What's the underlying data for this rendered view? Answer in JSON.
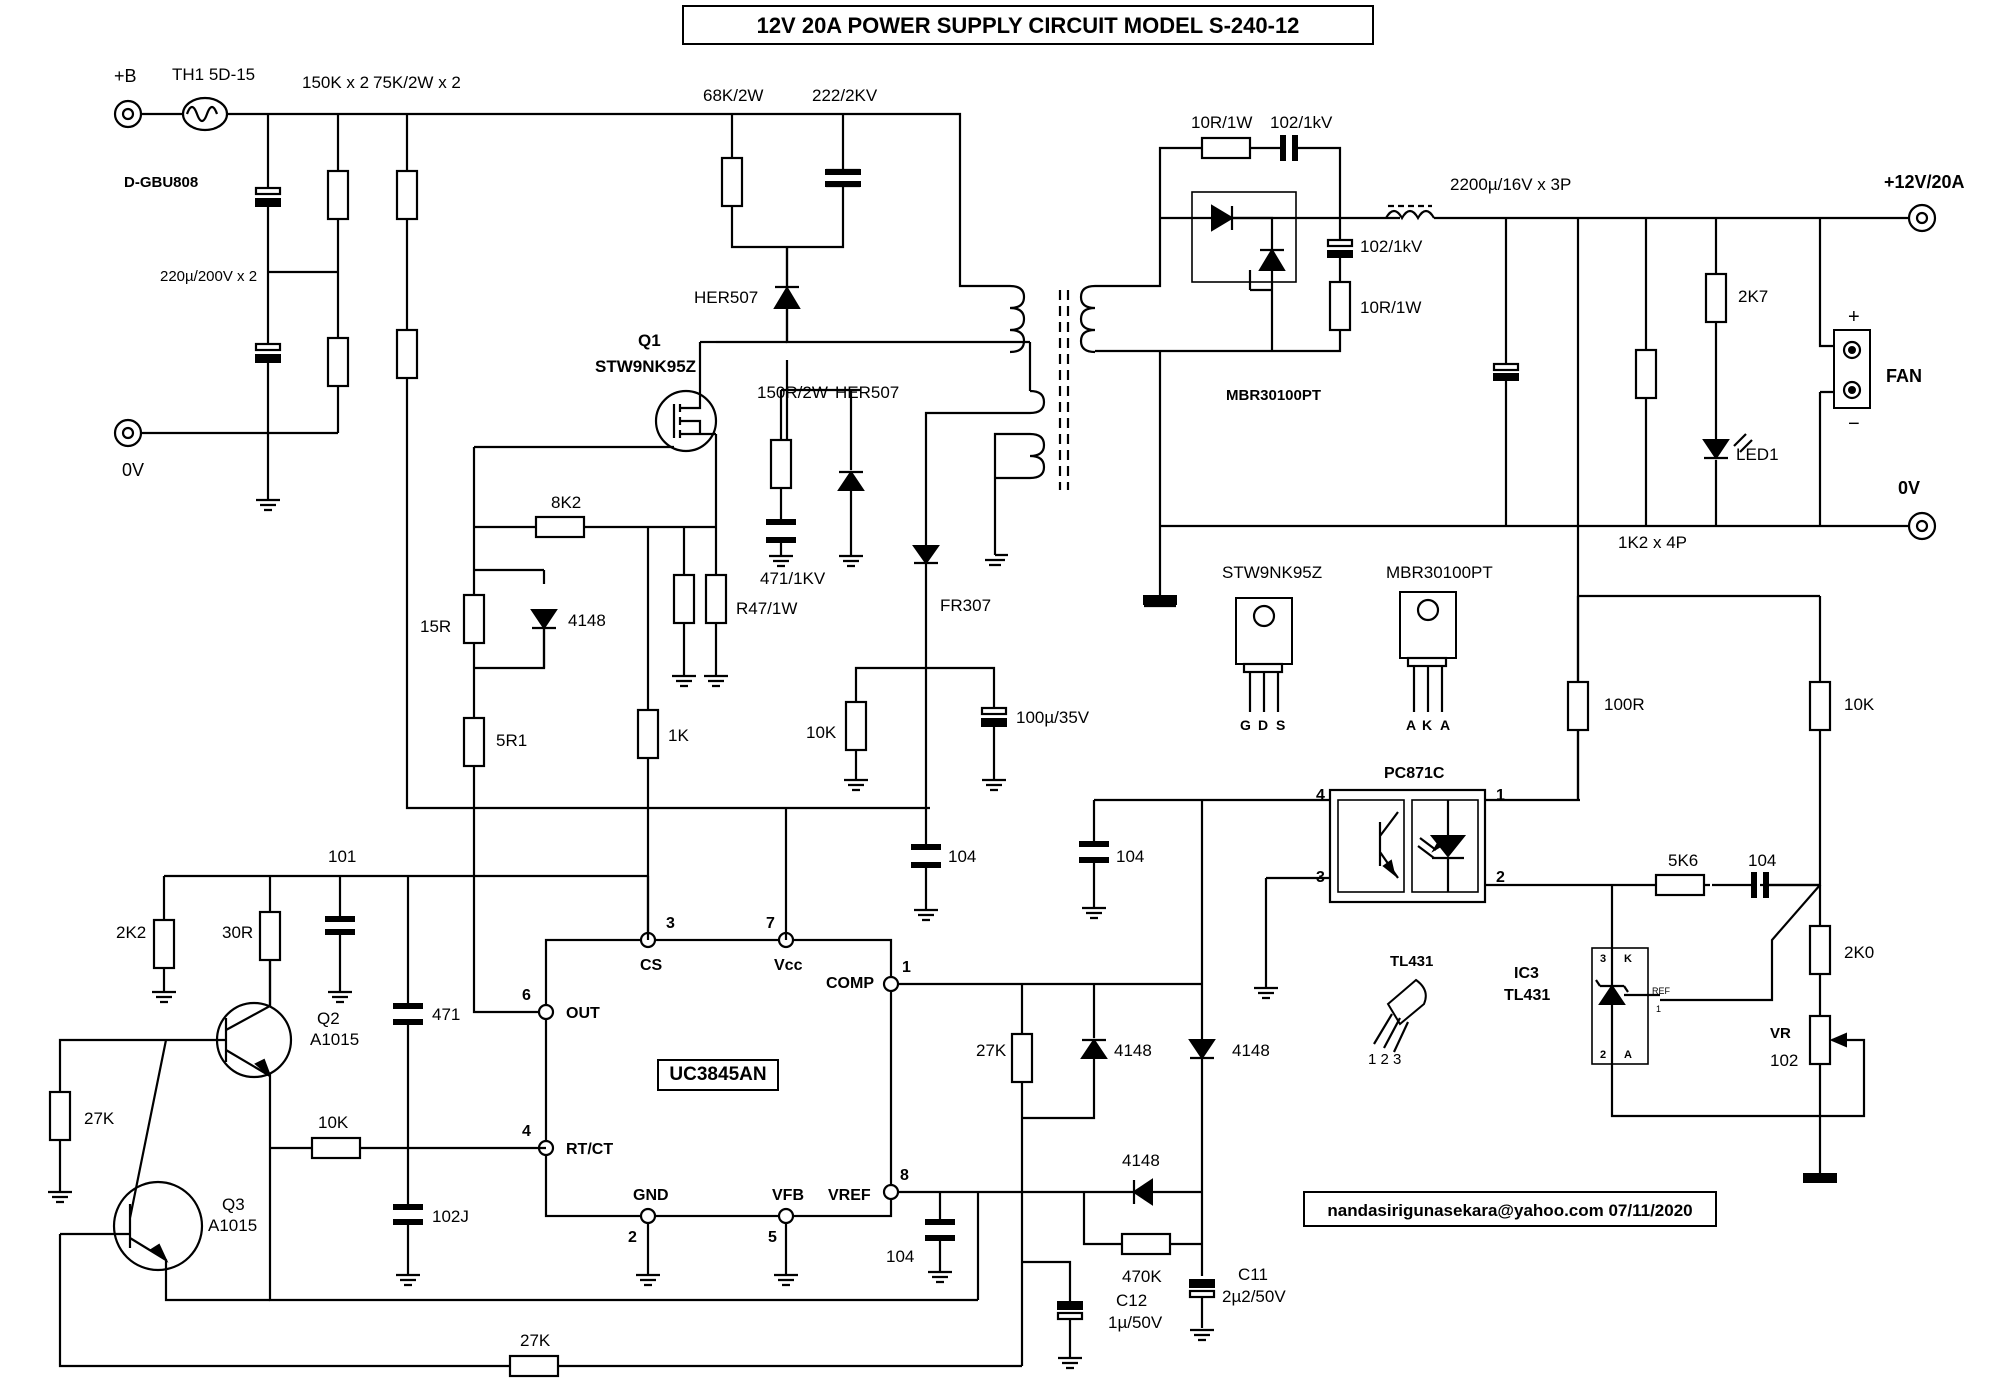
{
  "title": "12V  20A POWER SUPPLY CIRCUIT  MODEL S-240-12",
  "email_date": "nandasirigunasekara@yahoo.com  07/11/2020",
  "terminals": {
    "b_plus": "+B",
    "zero_in": "0V",
    "out_plus": "+12V/20A",
    "zero_out": "0V"
  },
  "labels": {
    "th1": "TH1  5D-15",
    "r150k": "150K x 2",
    "r75k": "75K/2W x 2",
    "bridge": "D-GBU808",
    "c220": "220µ/200V x 2",
    "r68k": "68K/2W",
    "c222": "222/2KV",
    "her507a": "HER507",
    "q1": "Q1",
    "q1_part": "STW9NK95Z",
    "r150r": "150R/2W",
    "her507b": "HER507",
    "c471kv": "471/1KV",
    "r8k2": "8K2",
    "r15r": "15R",
    "d4148a": "4148",
    "r47": "R47/1W",
    "r5r1": "5R1",
    "r1k": "1K",
    "fr307": "FR307",
    "r10k_a": "10K",
    "c100u": "100µ/35V",
    "c104_a": "104",
    "r10r_top": "10R/1W",
    "c102_top": "102/1kV",
    "c102_side": "102/1kV",
    "r10r_side": "10R/1W",
    "mbr": "MBR30100PT",
    "c2200": "2200µ/16V x 3P",
    "r2k7": "2K7",
    "fan": "FAN",
    "fan_plus": "+",
    "fan_minus": "−",
    "led1": "LED1",
    "r1k2": "1K2 x 4P",
    "pkg1": "STW9NK95Z",
    "pkg1_pins": [
      "G",
      "D",
      "S"
    ],
    "pkg2": "MBR30100PT",
    "pkg2_pins": [
      "A",
      "K",
      "A"
    ],
    "r100r": "100R",
    "r10k_b": "10K",
    "pc871c": "PC871C",
    "c104_b": "104",
    "r5k6": "5K6",
    "c104_c": "104",
    "r2k0": "2K0",
    "ic3": "IC3",
    "tl431_ic": "TL431",
    "tl431_pkg": "TL431",
    "tl_pins": "1 2 3",
    "tl_k": "K",
    "tl_a": "A",
    "tl_ref": "REF",
    "vr": "VR",
    "vr_val": "102",
    "r101": "101",
    "r2k2": "2K2",
    "r30r": "30R",
    "c471": "471",
    "q2": "Q2",
    "q2_part": "A1015",
    "r27k_a": "27K",
    "r10k_c": "10K",
    "q3": "Q3",
    "q3_part": "A1015",
    "c102j": "102J",
    "r27k_b": "27K",
    "d4148b": "4148",
    "d4148c": "4148",
    "d4148d": "4148",
    "r27k_c": "27K",
    "r470k": "470K",
    "c11": "C11",
    "c11_val": "2µ2/50V",
    "c12": "C12",
    "c12_val": "1µ/50V",
    "c104_d": "104",
    "ic": "UC3845AN"
  },
  "ic_pins": {
    "cs": "CS",
    "cs_n": "3",
    "vcc": "Vcc",
    "vcc_n": "7",
    "comp": "COMP",
    "comp_n": "1",
    "out": "OUT",
    "out_n": "6",
    "rtct": "RT/CT",
    "rtct_n": "4",
    "gnd": "GND",
    "gnd_n": "2",
    "vfb": "VFB",
    "vfb_n": "5",
    "vref": "VREF",
    "vref_n": "8"
  },
  "opto_pins": {
    "p4": "4",
    "p1": "1",
    "p3": "3",
    "p2": "2"
  }
}
